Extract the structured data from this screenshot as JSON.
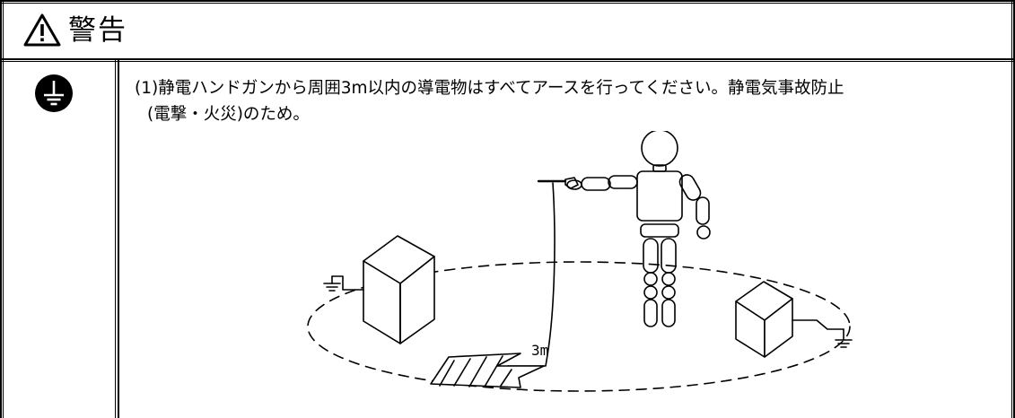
{
  "header": {
    "title": "警告",
    "icon": "warning-triangle-icon"
  },
  "section": {
    "icon": "ground-symbol-icon",
    "item_line1": "(1)静電ハンドガンから周囲3m以内の導電物はすべてアースを行ってください。静電気事故防止",
    "item_line2": "(電撃・火災)のため。"
  },
  "illustration": {
    "distance_label": "3m",
    "icons": [
      "person-figure",
      "electrostatic-gun",
      "ground-icon",
      "conductive-box"
    ]
  }
}
